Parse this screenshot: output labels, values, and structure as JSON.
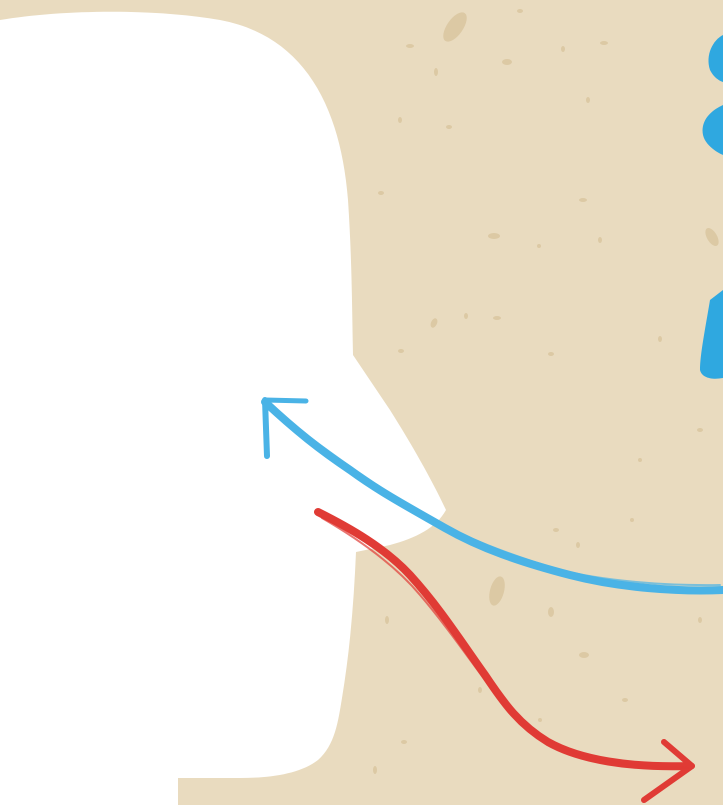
{
  "scene": {
    "background_color": "#e9dbbf",
    "speckle_color": "#dcc9a4",
    "head_color": "#ffffff",
    "inhale_arrow_color": "#4ab3e6",
    "exhale_arrow_color": "#e03b35",
    "accent_shape_color": "#2fa8e0"
  },
  "icons": {
    "head": "head-profile-silhouette",
    "inhale": "arrow-into-nose",
    "exhale": "arrow-out-of-mouth"
  }
}
